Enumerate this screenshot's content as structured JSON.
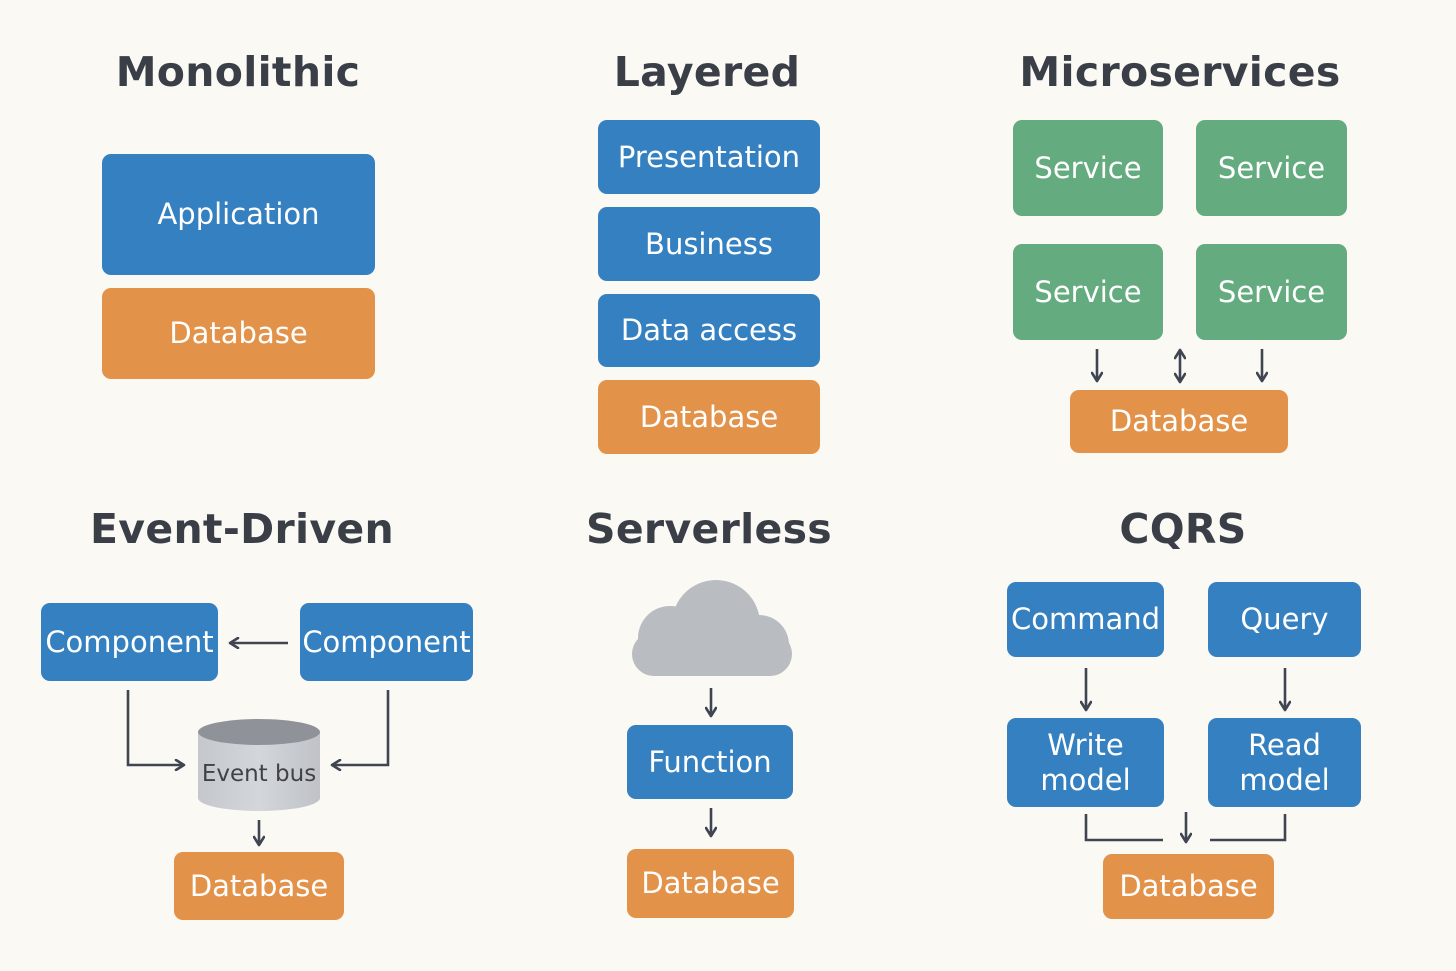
{
  "sections": {
    "monolithic": {
      "title": "Monolithic",
      "application": "Application",
      "database": "Database"
    },
    "layered": {
      "title": "Layered",
      "presentation": "Presentation",
      "business": "Business",
      "data_access": "Data access",
      "database": "Database"
    },
    "microservices": {
      "title": "Microservices",
      "services": [
        "Service",
        "Service",
        "Service",
        "Service"
      ],
      "database": "Database"
    },
    "event_driven": {
      "title": "Event-Driven",
      "components": [
        "Component",
        "Component"
      ],
      "event_bus": "Event bus",
      "database": "Database"
    },
    "serverless": {
      "title": "Serverless",
      "function": "Function",
      "database": "Database"
    },
    "cqrs": {
      "title": "CQRS",
      "command": "Command",
      "query": "Query",
      "write_model": "Write\nmodel",
      "read_model": "Read\nmodel",
      "database": "Database"
    }
  },
  "colors": {
    "background": "#fbf9f4",
    "component_blue": "#3480c0",
    "database_orange": "#e39249",
    "service_green": "#64ab7f",
    "cloud_gray": "#b9bcc1",
    "arrow": "#3f4652",
    "title_text": "#3a3f47"
  }
}
